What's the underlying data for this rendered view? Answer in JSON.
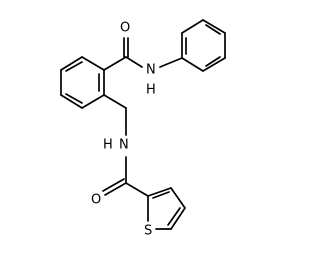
{
  "molecule": {
    "atoms": {
      "amide_oxygen_top": "O",
      "amide_nitrogen_top": "N",
      "amide_hydrogen_top": "H",
      "amide_nitrogen_mid": "N",
      "amide_hydrogen_mid": "H",
      "amide_oxygen_bottom": "O",
      "thiophene_sulfur": "S"
    }
  },
  "colors": {
    "bond": "#000000",
    "background": "#ffffff"
  }
}
